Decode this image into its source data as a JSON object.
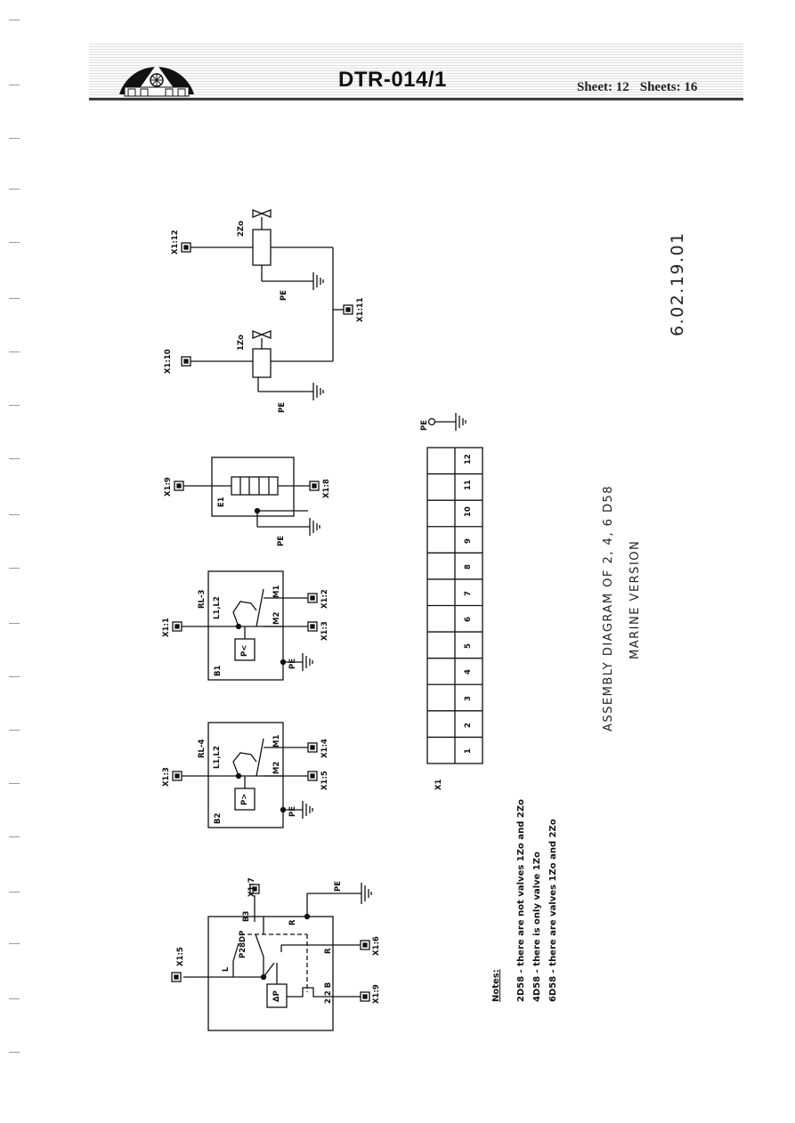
{
  "header": {
    "doc_id": "DTR-014/1",
    "sheet": "Sheet: 12",
    "sheets": "Sheets: 16"
  },
  "title": {
    "line1": "ASSEMBLY DIAGRAM OF 2, 4, 6 D58",
    "line2": "MARINE VERSION",
    "code": "6.02.19.01"
  },
  "notes": {
    "heading": "Notes:",
    "items": [
      "2D58 - there are not valves 1Zo and 2Zo",
      "4D58 - there is only valve 1Zo",
      "6D58 - there are valves 1Zo and 2Zo"
    ]
  },
  "components": {
    "b3": {
      "name": "B3",
      "model": "P28DP",
      "dp": "ΔP",
      "l": "L",
      "r1": "R",
      "r2": "R",
      "z": "2 2 B"
    },
    "b2": {
      "name": "B2",
      "type": "RL-4",
      "terms": "L1,L2",
      "m1": "M1",
      "m2": "M2",
      "p": "P>"
    },
    "b1": {
      "name": "B1",
      "type": "RL-3",
      "terms": "L1,L2",
      "m1": "M1",
      "m2": "M2",
      "p": "P<"
    },
    "e1": {
      "name": "E1"
    },
    "v1": {
      "name": "1Zo"
    },
    "v2": {
      "name": "2Zo"
    }
  },
  "terminals": {
    "x15": "X1:5",
    "x16": "X1:6",
    "x17": "X1:7",
    "x19": "X1:9",
    "x13a": "X1:3",
    "x14": "X1:4",
    "x15b": "X1:5",
    "x11": "X1:1",
    "x12": "X1:2",
    "x13b": "X1:3",
    "x19b": "X1:9",
    "x18": "X1:8",
    "x110": "X1:10",
    "x111": "X1:11",
    "x112": "X1:12"
  },
  "pe_label": "PE",
  "terminal_strip": {
    "name": "X1",
    "numbers": [
      "1",
      "2",
      "3",
      "4",
      "5",
      "6",
      "7",
      "8",
      "9",
      "10",
      "11",
      "12"
    ]
  }
}
